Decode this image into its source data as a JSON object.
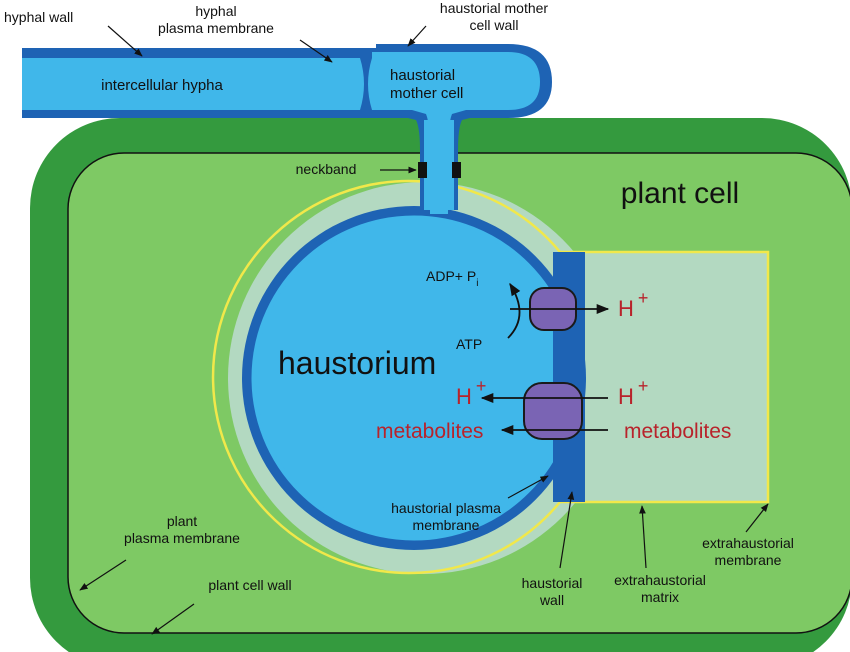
{
  "colors": {
    "cell_wall": "#349a3e",
    "cytoplasm": "#7ec964",
    "hypha_dark": "#1e63b4",
    "hypha_light": "#40b7ea",
    "matrix": "#b3d9c1",
    "yellow_membrane": "#f1e84a",
    "protein": "#7a64b4",
    "label_red": "#b8232b"
  },
  "labels": {
    "hyphal_wall": "hyphal wall",
    "hyphal_plasma_membrane_1": "hyphal",
    "hyphal_plasma_membrane_2": "plasma membrane",
    "mother_cell_wall_1": "haustorial mother",
    "mother_cell_wall_2": "cell wall",
    "intercellular_hypha": "intercellular hypha",
    "mother_cell_1": "haustorial",
    "mother_cell_2": "mother cell",
    "neckband": "neckband",
    "plant_cell": "plant cell",
    "adp": "ADP+ P",
    "adp_sub": "i",
    "atp": "ATP",
    "haustorium": "haustorium",
    "h_symbol": "H",
    "h_plus": "+",
    "metabolites": "metabolites",
    "haustorial_plasma_membrane_1": "haustorial plasma",
    "haustorial_plasma_membrane_2": "membrane",
    "plant_plasma_membrane_1": "plant",
    "plant_plasma_membrane_2": "plasma membrane",
    "plant_cell_wall": "plant cell wall",
    "haustorial_wall_1": "haustorial",
    "haustorial_wall_2": "wall",
    "extrahaustorial_matrix_1": "extrahaustorial",
    "extrahaustorial_matrix_2": "matrix",
    "extrahaustorial_membrane_1": "extrahaustorial",
    "extrahaustorial_membrane_2": "membrane"
  }
}
